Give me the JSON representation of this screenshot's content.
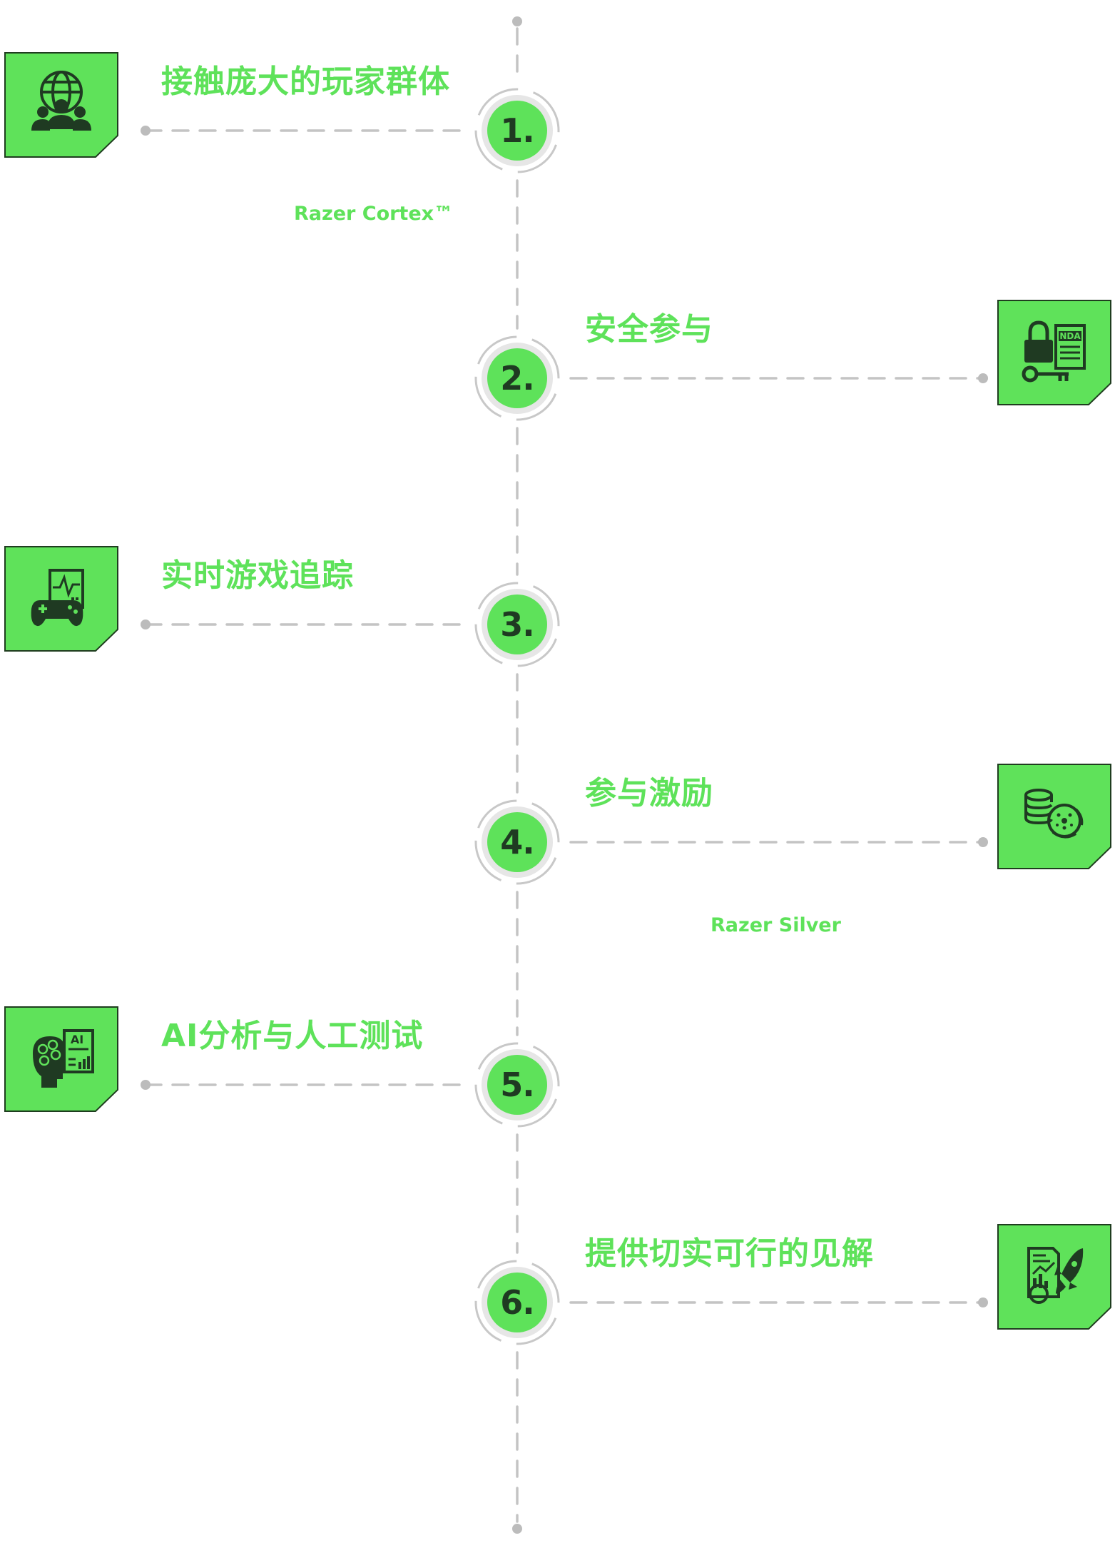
{
  "colors": {
    "accent": "#5ee25a",
    "box_fill": "#5fe25a",
    "box_border": "#1f3d1f",
    "icon": "#1f3a22",
    "number": "#1f3a22",
    "line": "#c4c4c4",
    "dot": "#bcbcbc",
    "label": "#5ee25a",
    "node_ring": "#c8c8c8",
    "node_halo": "#e6e6e6"
  },
  "steps": [
    {
      "number": "1.",
      "title": "接触庞大的玩家群体",
      "subtitle": "Razer Cortex™",
      "icon": "global-community-icon",
      "side": "left"
    },
    {
      "number": "2.",
      "title": "安全参与",
      "subtitle": "",
      "icon": "nda-lock-key-icon",
      "side": "right"
    },
    {
      "number": "3.",
      "title": "实时游戏追踪",
      "subtitle": "",
      "icon": "gamepad-monitor-icon",
      "side": "left"
    },
    {
      "number": "4.",
      "title": "参与激励",
      "subtitle": "Razer Silver",
      "icon": "coins-rewards-icon",
      "side": "right"
    },
    {
      "number": "5.",
      "title": "AI分析与人工测试",
      "subtitle": "",
      "icon": "ai-brain-report-icon",
      "side": "left"
    },
    {
      "number": "6.",
      "title": "提供切实可行的见解",
      "subtitle": "",
      "icon": "report-rocket-icon",
      "side": "right"
    }
  ]
}
